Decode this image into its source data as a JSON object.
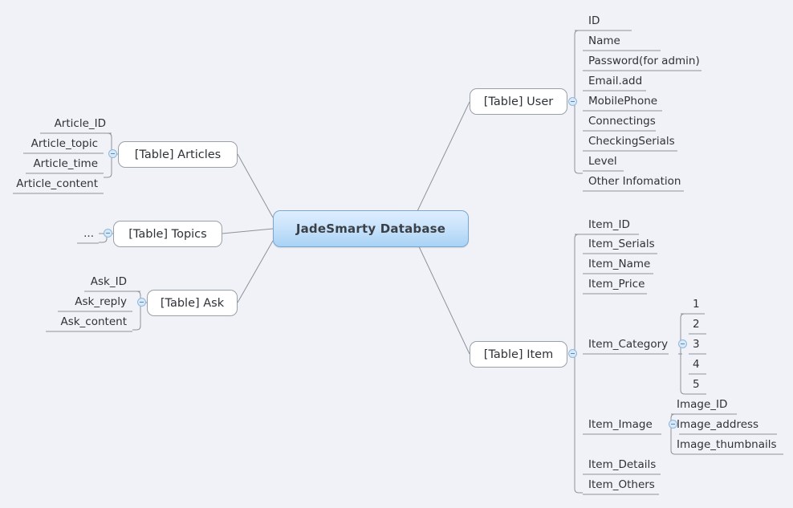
{
  "diagram": {
    "type": "mind-map",
    "title": "JadeSmarty Database",
    "background_color": "#f1f2f7",
    "root": {
      "label": "JadeSmarty Database",
      "accent_color": "#a9d2f5",
      "border_color": "#7ba7cf"
    },
    "branches": [
      {
        "id": "user",
        "label": "[Table] User",
        "side": "right",
        "collapsed": false,
        "fields": [
          {
            "label": "ID"
          },
          {
            "label": "Name"
          },
          {
            "label": "Password(for admin)"
          },
          {
            "label": "Email.add"
          },
          {
            "label": "MobilePhone"
          },
          {
            "label": "Connectings"
          },
          {
            "label": "CheckingSerials"
          },
          {
            "label": "Level"
          },
          {
            "label": "Other Infomation"
          }
        ]
      },
      {
        "id": "item",
        "label": "[Table] Item",
        "side": "right",
        "collapsed": false,
        "fields": [
          {
            "label": "Item_ID"
          },
          {
            "label": "Item_Serials"
          },
          {
            "label": "Item_Name"
          },
          {
            "label": "Item_Price"
          },
          {
            "label": "Item_Category",
            "children": [
              {
                "label": "1"
              },
              {
                "label": "2"
              },
              {
                "label": "3"
              },
              {
                "label": "4"
              },
              {
                "label": "5"
              }
            ]
          },
          {
            "label": "Item_Image",
            "children": [
              {
                "label": "Image_ID"
              },
              {
                "label": "Image_address"
              },
              {
                "label": "Image_thumbnails"
              }
            ]
          },
          {
            "label": "Item_Details"
          },
          {
            "label": "Item_Others"
          }
        ]
      },
      {
        "id": "articles",
        "label": "[Table] Articles",
        "side": "left",
        "collapsed": false,
        "fields": [
          {
            "label": "Article_ID"
          },
          {
            "label": "Article_topic"
          },
          {
            "label": "Article_time"
          },
          {
            "label": "Article_content"
          }
        ]
      },
      {
        "id": "topics",
        "label": "[Table] Topics",
        "side": "left",
        "collapsed": false,
        "fields": [
          {
            "label": "..."
          }
        ]
      },
      {
        "id": "ask",
        "label": "[Table] Ask",
        "side": "left",
        "collapsed": false,
        "fields": [
          {
            "label": "Ask_ID"
          },
          {
            "label": "Ask_reply"
          },
          {
            "label": "Ask_content"
          }
        ]
      }
    ]
  }
}
